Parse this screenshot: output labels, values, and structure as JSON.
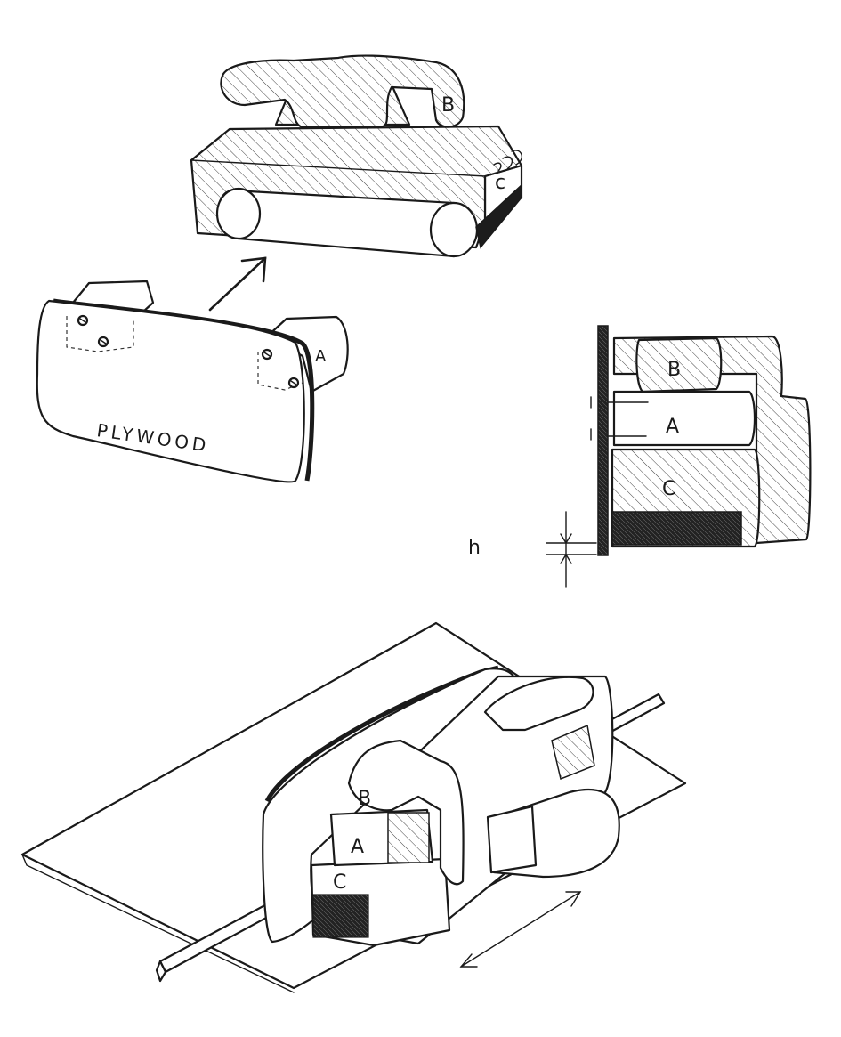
{
  "labels": {
    "top_sander_b": "B",
    "top_sander_c": "c",
    "jig_a": "A",
    "jig_material": "PLYWOOD",
    "section_b": "B",
    "section_a": "A",
    "section_c": "C",
    "section_gap": "h",
    "assembly_b": "B",
    "assembly_a": "A",
    "assembly_c": "C"
  },
  "colors": {
    "ink": "#1a1a1a",
    "paper": "#ffffff"
  },
  "icons": [
    "arrow-up-right-icon",
    "dimension-arrows-icon",
    "double-headed-arrow-icon"
  ]
}
